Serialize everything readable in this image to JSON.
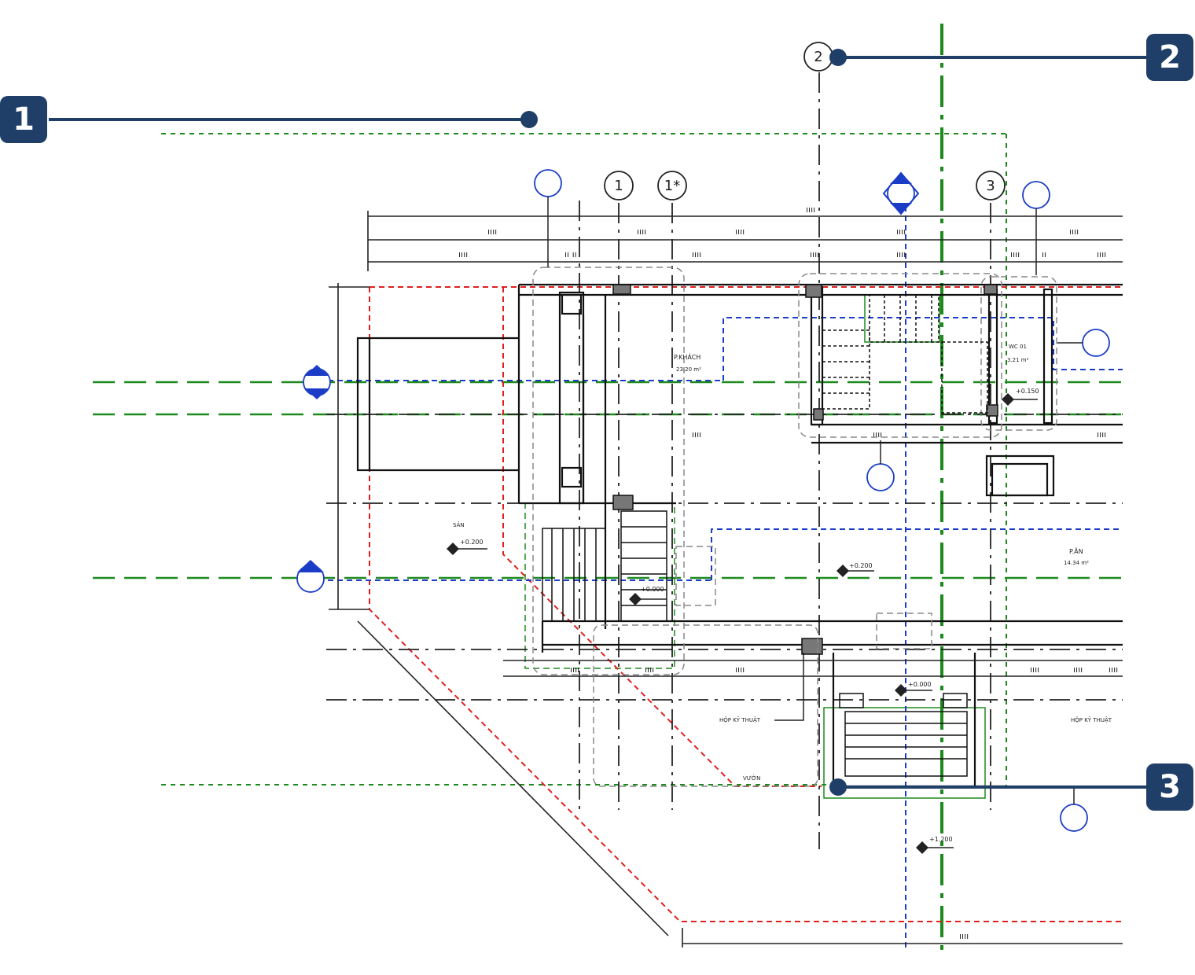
{
  "callouts": [
    {
      "number": "1"
    },
    {
      "number": "2"
    },
    {
      "number": "3"
    }
  ],
  "grid_bubbles": {
    "g1": "1",
    "g1s": "1*",
    "g2": "2",
    "g3": "3"
  },
  "rooms": {
    "p_khach_name": "P.KHÁCH",
    "p_khach_area": "23.20 m²",
    "wc_name": "WC 01",
    "wc_area": "3.21 m²",
    "p_an_name": "P.ĂN",
    "p_an_area": "14.34 m²",
    "san_name": "SÂN",
    "hop_ky_thuat_left": "HỘP KỸ THUẬT",
    "hop_ky_thuat_right": "HỘP KỸ THUẬT",
    "vuon_name": "VƯỜN"
  },
  "levels": {
    "san": "+0.200",
    "p_an": "+0.200",
    "stair": "+0.000",
    "wc": "+0.150",
    "entry": "+0.000",
    "outside": "+1.200"
  },
  "colors": {
    "badge": "#1f3f68",
    "green_ref": "#1e8a1e",
    "red_boundary": "#e0201e",
    "blue_section": "#1a3cc7"
  }
}
